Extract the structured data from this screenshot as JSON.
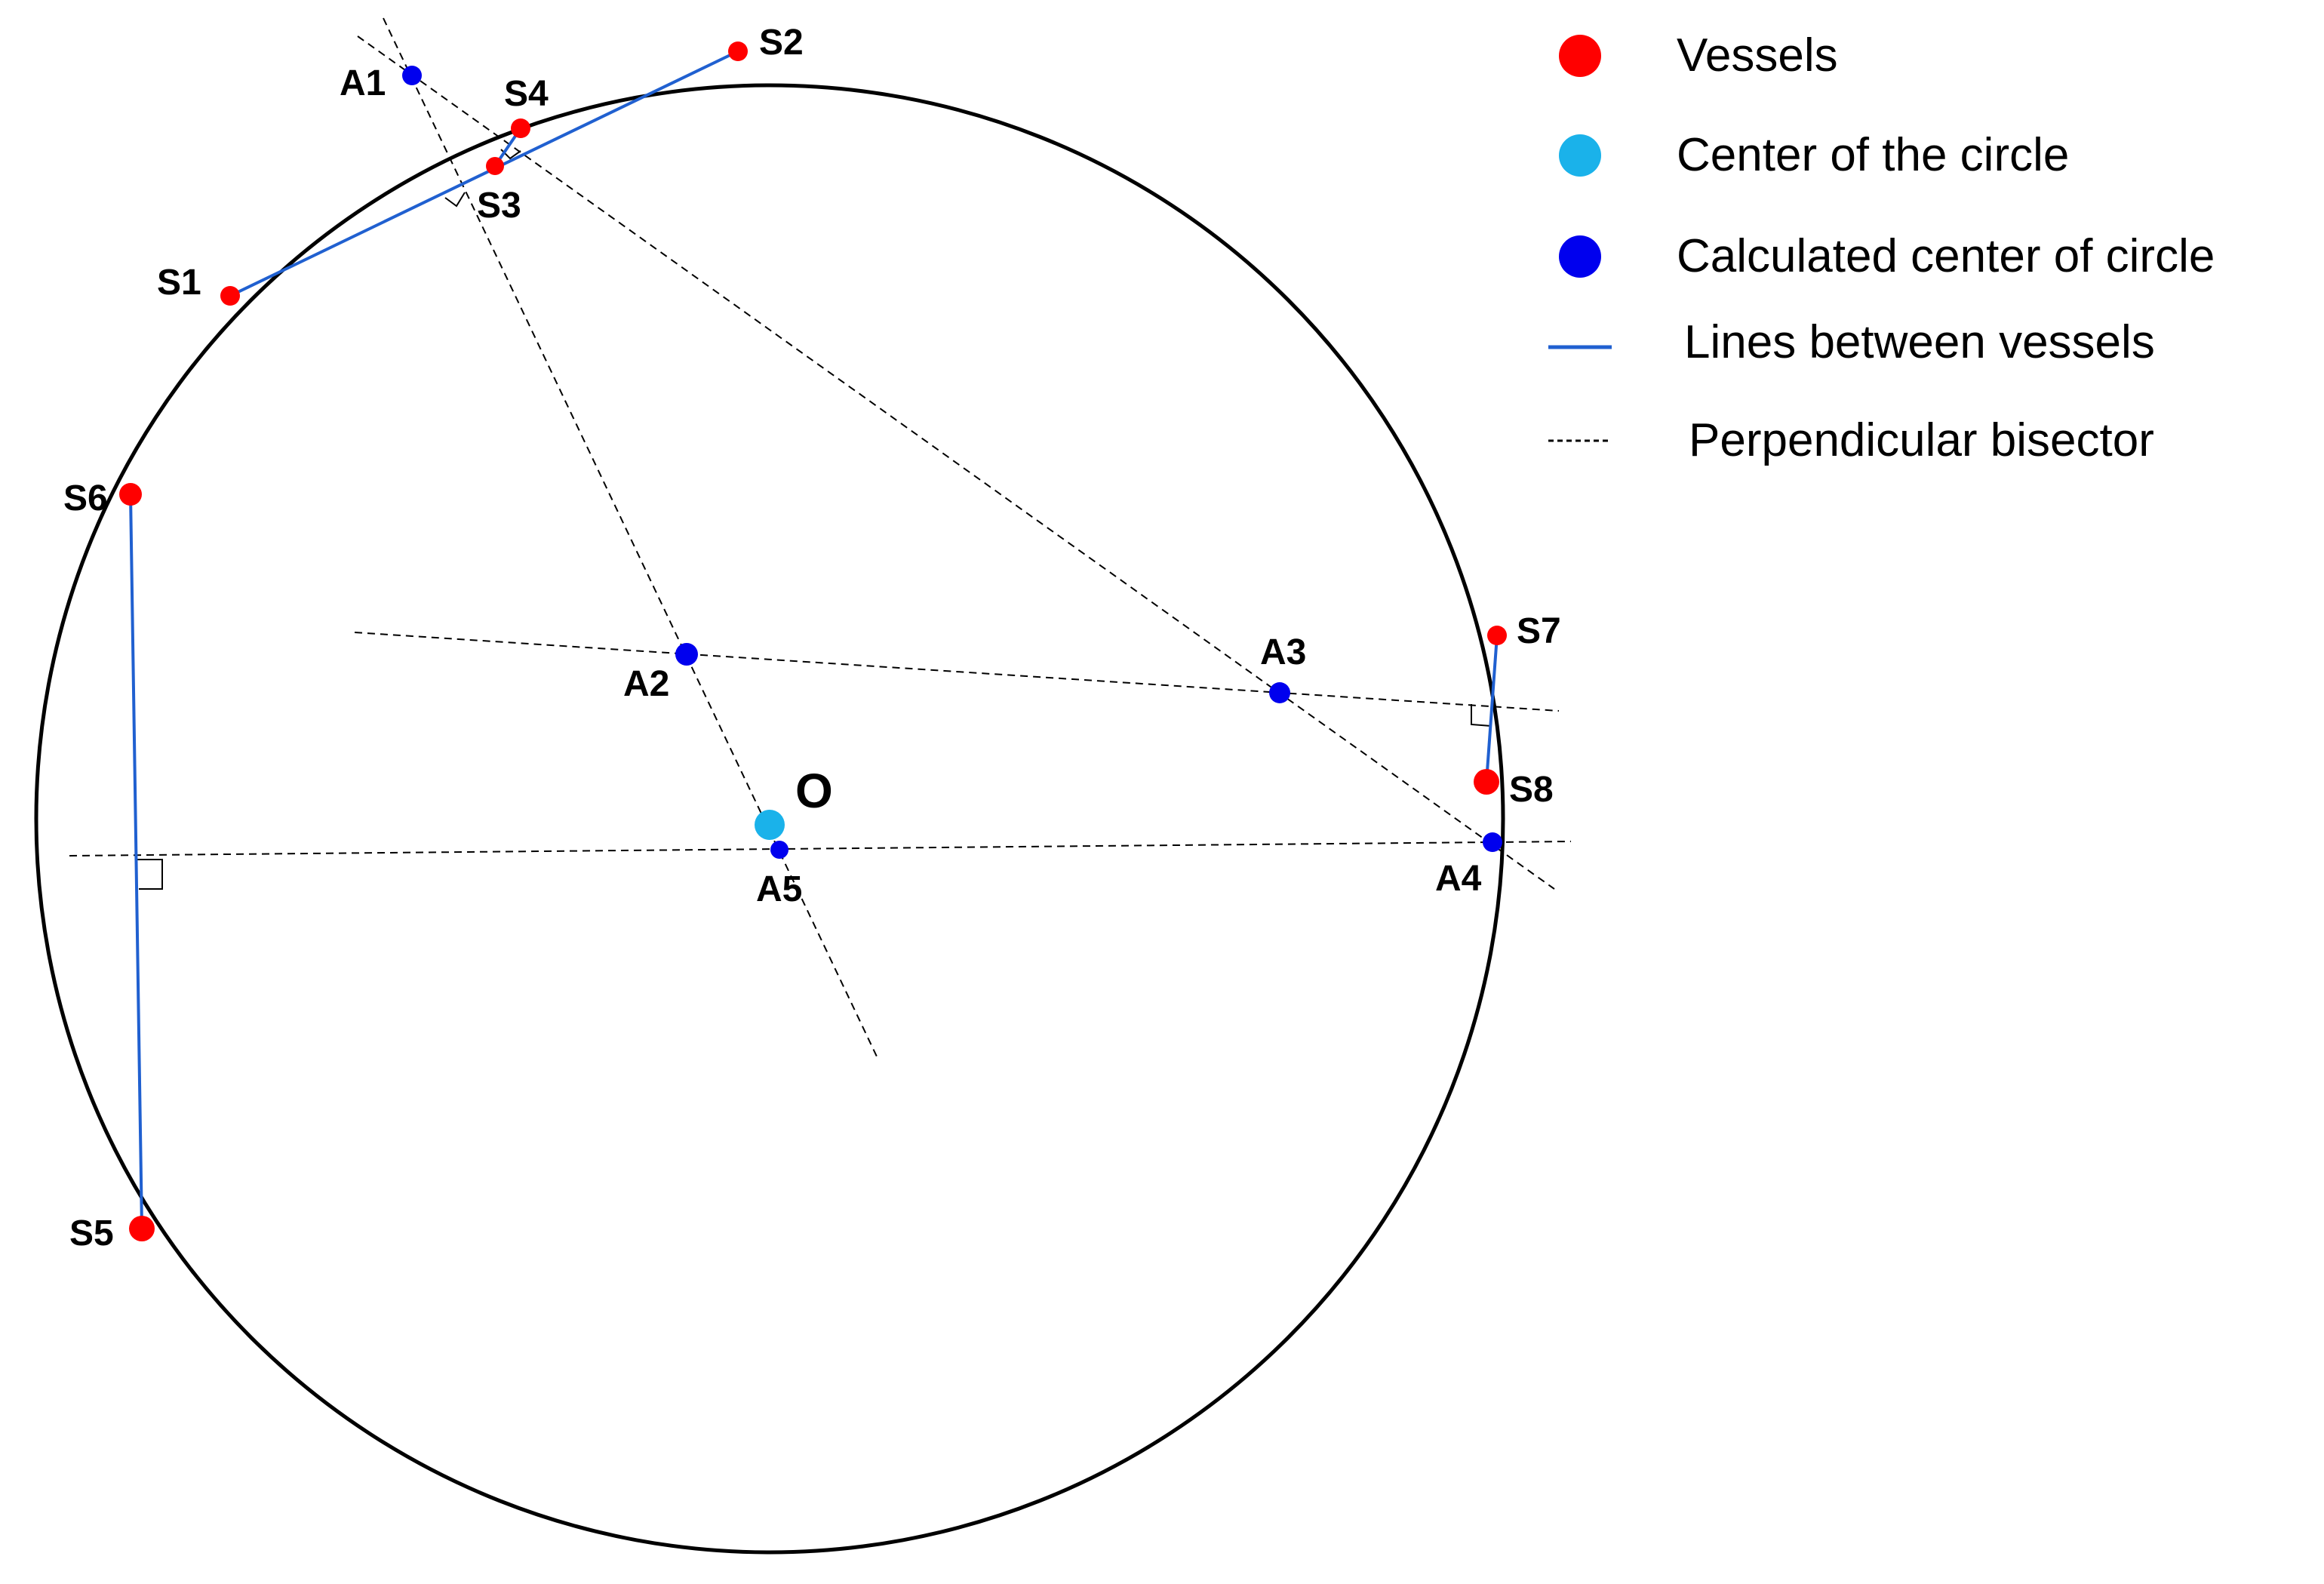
{
  "colors": {
    "vessel": "#ff0000",
    "center": "#1ab2ea",
    "calculated": "#0000ee",
    "connector": "#2060d0",
    "bisector": "#000000",
    "circle": "#000000"
  },
  "labels": {
    "S1": "S1",
    "S2": "S2",
    "S3": "S3",
    "S4": "S4",
    "S5": "S5",
    "S6": "S6",
    "S7": "S7",
    "S8": "S8",
    "A1": "A1",
    "A2": "A2",
    "A3": "A3",
    "A4": "A4",
    "A5": "A5",
    "O": "O"
  },
  "legend": {
    "vessels": "Vessels",
    "center": "Center of the circle",
    "calculated": "Calculated center of circle",
    "lines": "Lines between vessels",
    "bisector": "Perpendicular bisector"
  }
}
